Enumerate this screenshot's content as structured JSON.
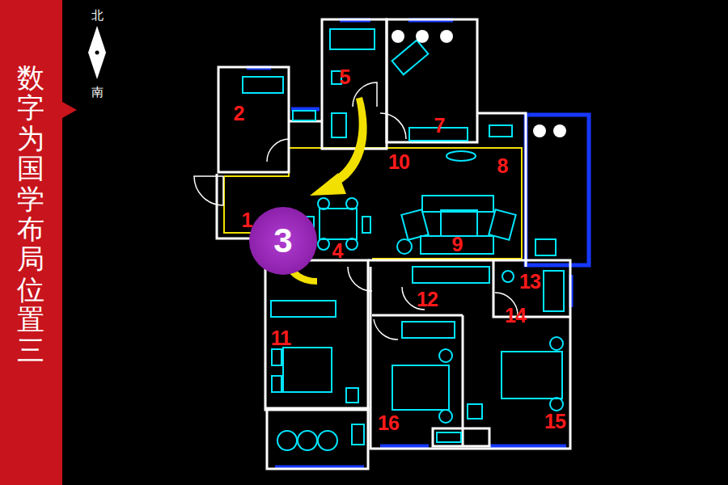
{
  "diagram": {
    "title": "数字为国学布局位置三",
    "nodes": [
      {
        "text": [
          "3"
        ]
      }
    ],
    "labels": [
      "北",
      "南",
      "2",
      "5",
      "7",
      "10",
      "8",
      "1",
      "4",
      "9",
      "12",
      "13",
      "14",
      "11",
      "16",
      "15"
    ]
  }
}
